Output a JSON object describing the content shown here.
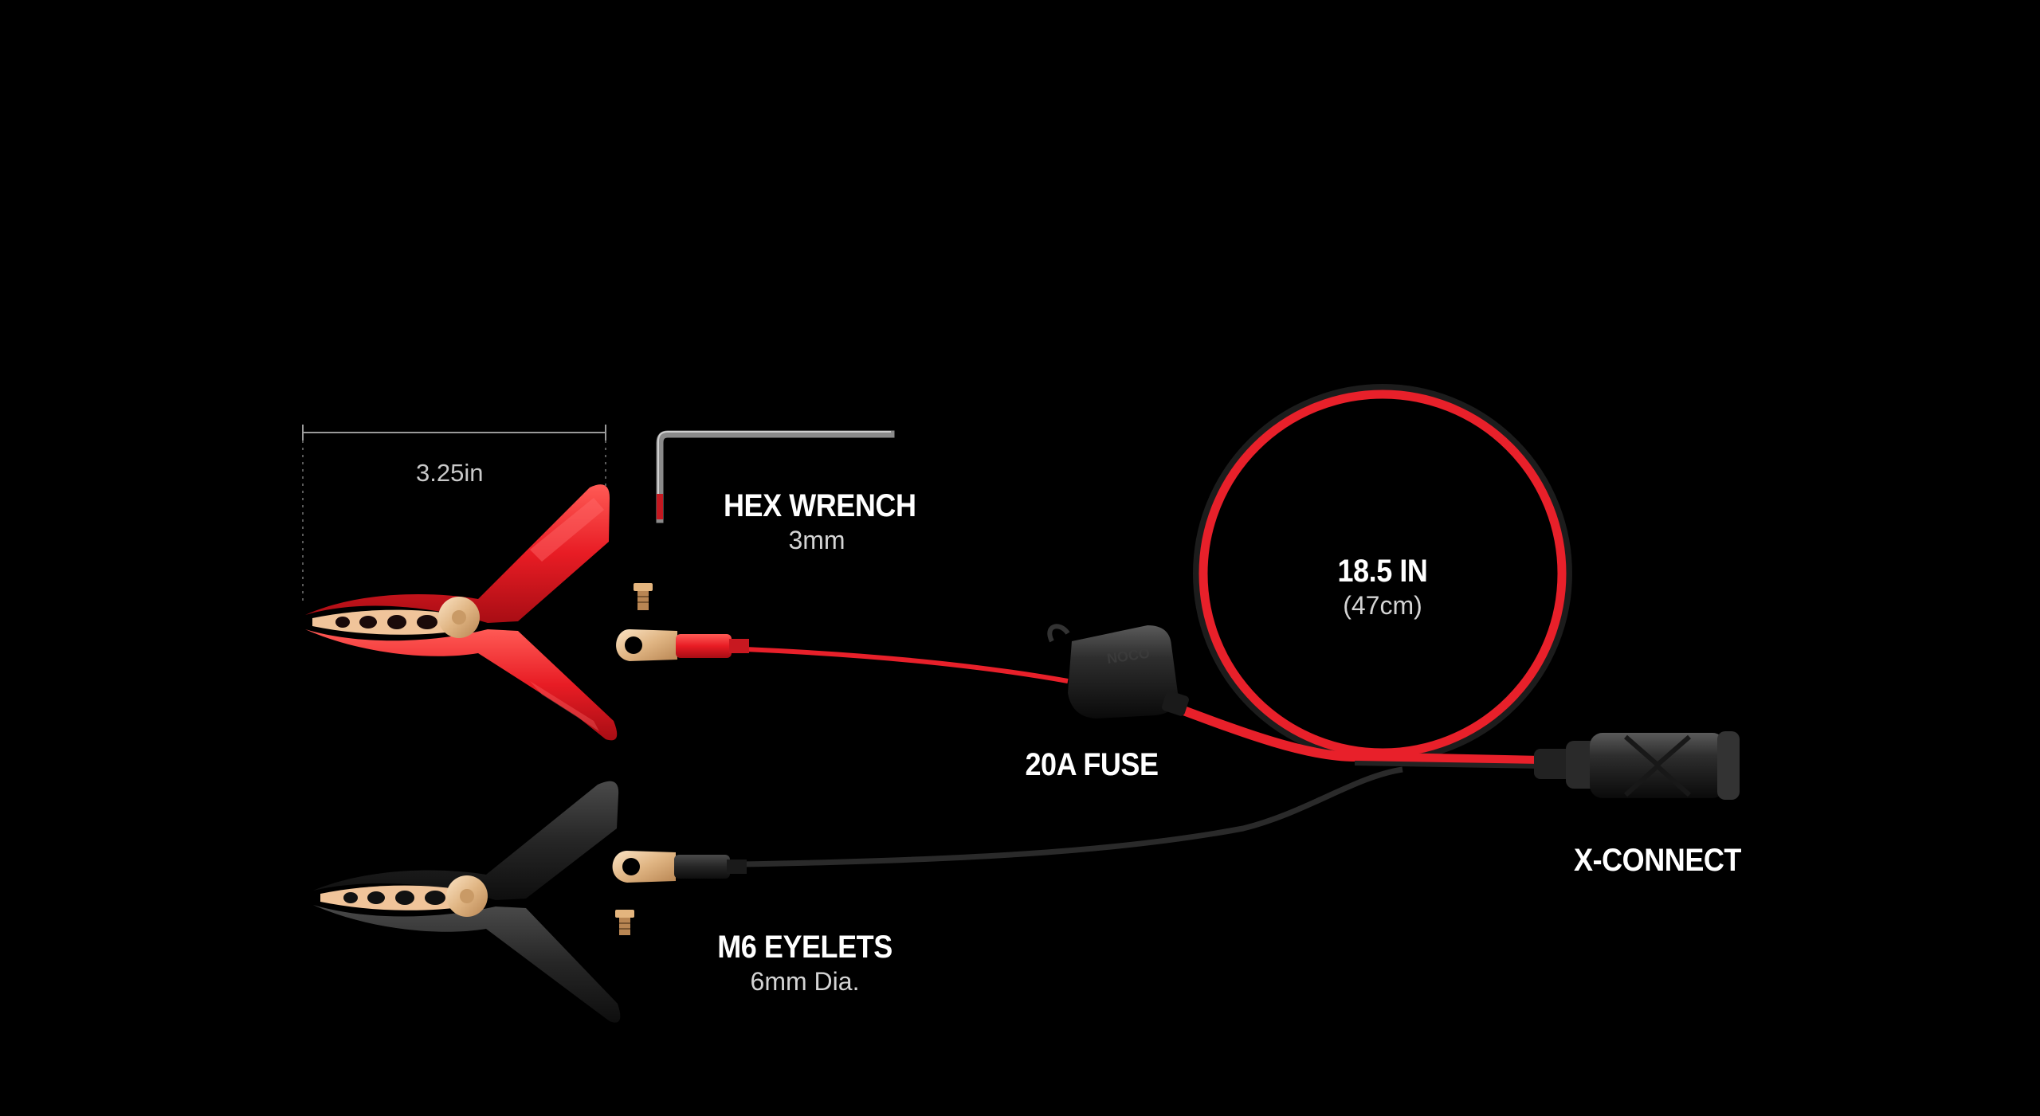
{
  "measurement": {
    "clamp_width": "3.25in"
  },
  "labels": {
    "hex_wrench": {
      "title": "HEX WRENCH",
      "detail": "3mm"
    },
    "cable_length": {
      "title": "18.5 IN",
      "detail": "(47cm)"
    },
    "fuse": {
      "title": "20A FUSE"
    },
    "x_connect": {
      "title": "X-CONNECT"
    },
    "eyelets": {
      "title": "M6 EYELETS",
      "detail": "6mm Dia."
    }
  },
  "fuse_holder_marking": "NOCO",
  "colors": {
    "background": "#000000",
    "positive_red": "#e8202a",
    "negative_black": "#2a2a2a",
    "brass": "#e8c49a"
  }
}
